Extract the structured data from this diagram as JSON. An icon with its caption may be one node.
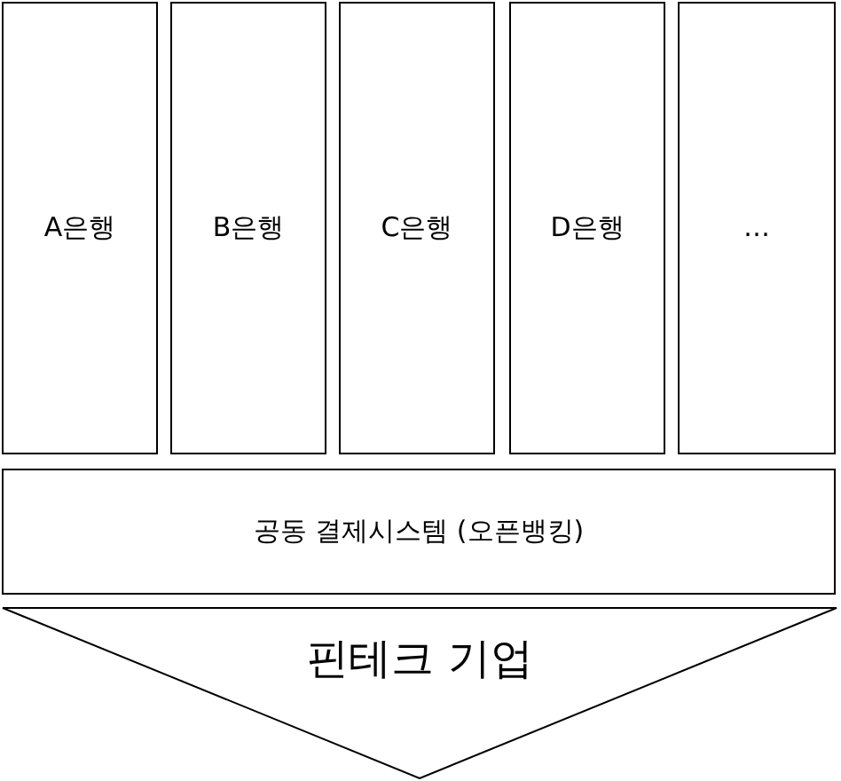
{
  "diagram": {
    "nodes": [
      {
        "text": [
          "A은행"
        ]
      },
      {
        "text": [
          "B은행"
        ]
      },
      {
        "text": [
          "C은행"
        ]
      },
      {
        "text": [
          "D은행"
        ]
      },
      {
        "text": [
          "…"
        ]
      },
      {
        "text": [
          "공동 결제시스템 (오픈뱅킹)"
        ]
      },
      {
        "text": [
          "핀테크 기업"
        ]
      }
    ]
  }
}
